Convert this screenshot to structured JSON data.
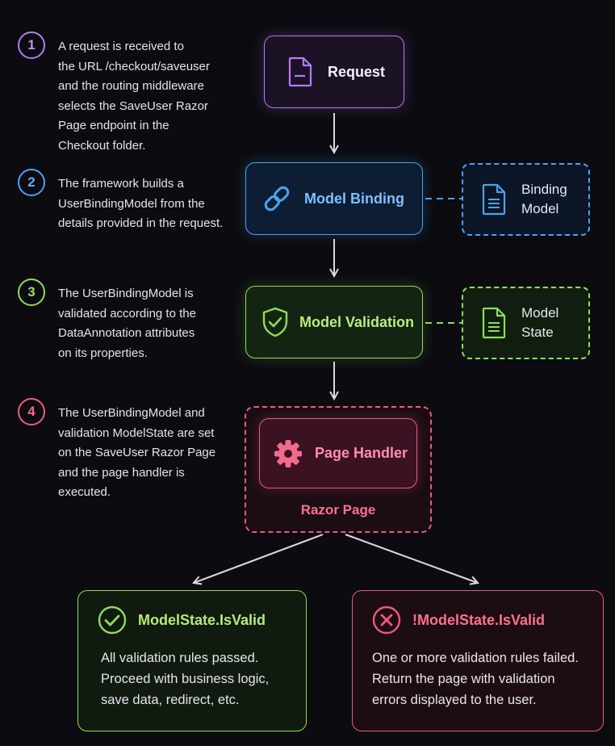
{
  "steps": [
    {
      "num": "1",
      "text": "A request is received to\nthe URL /checkout/saveuser\nand the routing middleware\nselects the SaveUser Razor\nPage endpoint in the\nCheckout folder."
    },
    {
      "num": "2",
      "text": "The framework builds a\nUserBindingModel from the\ndetails provided in the request."
    },
    {
      "num": "3",
      "text": "The UserBindingModel is\nvalidated according to the\nDataAnnotation attributes\non its properties."
    },
    {
      "num": "4",
      "text": "The UserBindingModel and\nvalidation ModelState are set\non the SaveUser Razor Page\nand the page handler is\nexecuted."
    }
  ],
  "flow": {
    "request": {
      "label": "Request",
      "icon": "document-icon"
    },
    "binding": {
      "label": "Model Binding",
      "icon": "link-icon"
    },
    "validation": {
      "label": "Model Validation",
      "icon": "shield-check-icon"
    },
    "handler": {
      "label": "Page Handler",
      "icon": "gear-icon"
    },
    "razor_page": {
      "label": "Razor Page"
    }
  },
  "side": {
    "binding_model": {
      "label": "Binding\nModel",
      "icon": "document-icon"
    },
    "model_state": {
      "label": "Model\nState",
      "icon": "document-icon"
    }
  },
  "outcomes": {
    "valid": {
      "title": "ModelState.IsValid",
      "text": "All validation rules passed.\nProceed with business logic,\nsave data, redirect, etc.",
      "icon": "check-circle-icon"
    },
    "invalid": {
      "title": "!ModelState.IsValid",
      "text": "One or more validation rules failed.\nReturn the page with validation\nerrors displayed to the user.",
      "icon": "x-circle-icon"
    }
  },
  "colors": {
    "purple": "#b57bf5",
    "blue": "#4aa3f0",
    "green": "#8fdc5a",
    "pink": "#f0597d",
    "model_binding_text": "#7cc0ff",
    "model_validation_text": "#b6ee7e",
    "handler_text": "#ff8fa8",
    "valid_title": "#b3ec7a",
    "invalid_title": "#ff6f92"
  }
}
